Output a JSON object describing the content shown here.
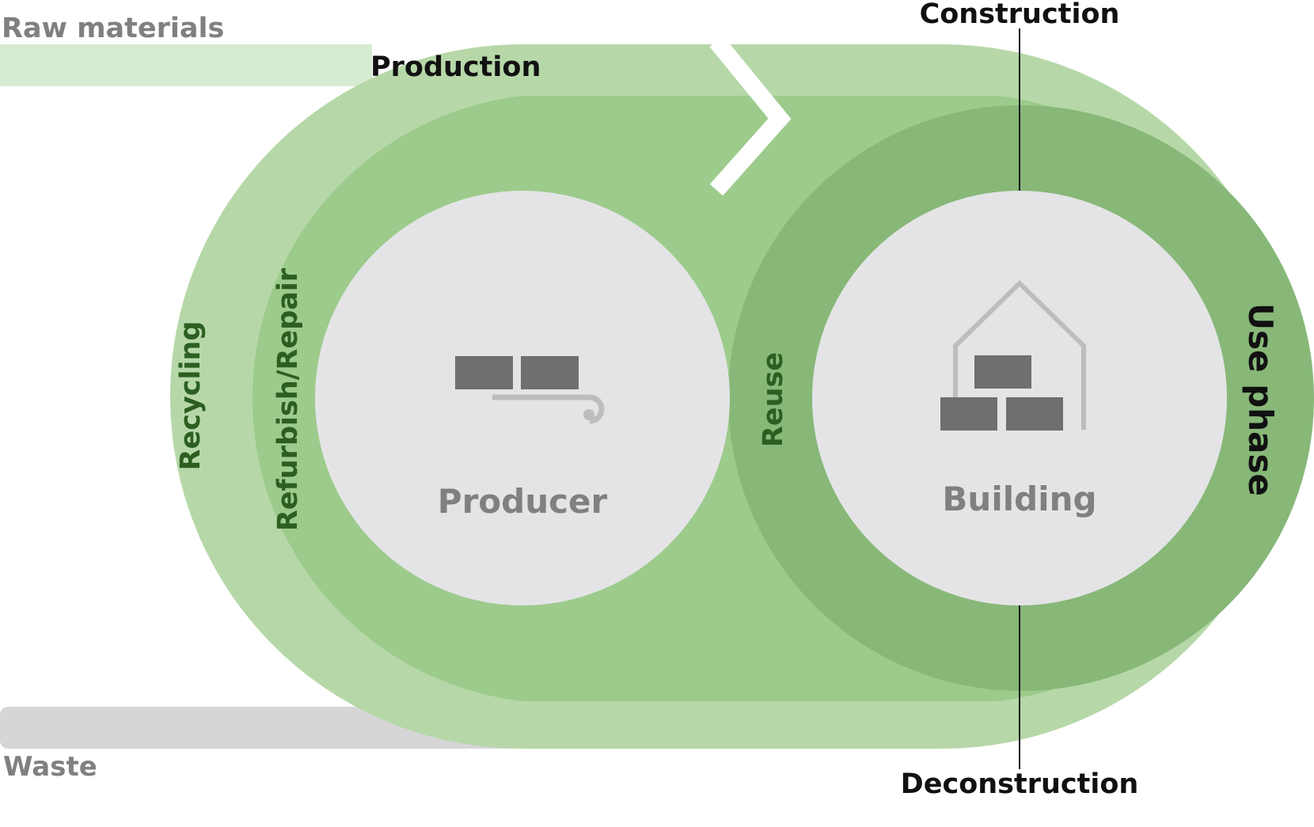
{
  "labels": {
    "raw_materials": "Raw materials",
    "waste": "Waste",
    "production": "Production",
    "construction": "Construction",
    "deconstruction": "Deconstruction",
    "use_phase": "Use phase",
    "recycling": "Recycling",
    "refurbish_repair": "Refurbish/Repair",
    "reuse": "Reuse",
    "producer": "Producer",
    "building": "Building"
  },
  "icons": {
    "producer": "conveyor-with-boxes-icon",
    "building": "house-with-boxes-icon"
  },
  "colors": {
    "outer_loop": "#b6d8a8",
    "middle_loop": "#9ccb8c",
    "inner_loop": "#87b878",
    "raw_band": "#d7ebd1",
    "waste_band": "#d6d6d8",
    "node_fill": "#e4e4e6",
    "icon_gray": "#6f6f70",
    "icon_light": "#bdbdbd",
    "green_text": "#2c5e20",
    "dark_text": "#111111",
    "gray_text": "#808080"
  }
}
